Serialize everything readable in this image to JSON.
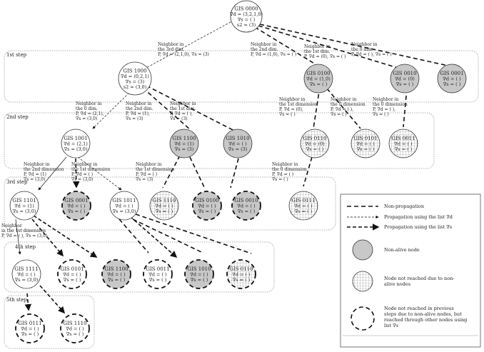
{
  "steps": [
    {
      "id": "s1",
      "label": "1st step"
    },
    {
      "id": "s2",
      "label": "2nd step"
    },
    {
      "id": "s3",
      "label": "3rd step"
    },
    {
      "id": "s4",
      "label": "4th step"
    },
    {
      "id": "s5",
      "label": "5th step"
    }
  ],
  "nodes": [
    {
      "id": "n0000",
      "title": "GIS 0000",
      "lines": [
        "∇d = (3,2,1,0)",
        "∇s = ( )",
        "s2 = (3)"
      ],
      "style": "alive"
    },
    {
      "id": "n1000",
      "title": "GIS 1000",
      "lines": [
        "∇d = (0,2,1)",
        "∇s = (3)",
        "s2 = (3,0)"
      ],
      "style": "alive"
    },
    {
      "id": "n0100",
      "title": "GIS 0100",
      "lines": [
        "∇d = (1,0)",
        "∇s = ( )"
      ],
      "style": "nonalive"
    },
    {
      "id": "n0010",
      "title": "GIS 0010",
      "lines": [
        "∇d = (0)",
        "∇s = ( )"
      ],
      "style": "nonalive"
    },
    {
      "id": "n0001a",
      "title": "GIS 0001",
      "lines": [
        "∇d = ( )",
        "∇s = ( )"
      ],
      "style": "nonalive"
    },
    {
      "id": "n1001",
      "title": "GIS 1001",
      "lines": [
        "∇d = (2,1)",
        "∇s = (3,0)"
      ],
      "style": "alive"
    },
    {
      "id": "n1100",
      "title": "GIS 1100",
      "lines": [
        "∇d = (1)",
        "∇s = (3)"
      ],
      "style": "nonalive"
    },
    {
      "id": "n1010",
      "title": "GIS 1010",
      "lines": [
        "∇d = ( )",
        "∇s = (3)"
      ],
      "style": "nonalive"
    },
    {
      "id": "n0110a",
      "title": "GIS 0110",
      "lines": [
        "∇d = (0)",
        "∇s = ( )"
      ],
      "style": "grid"
    },
    {
      "id": "n0101a",
      "title": "GIS 0101",
      "lines": [
        "∇d = ( )",
        "∇s = ( )"
      ],
      "style": "grid"
    },
    {
      "id": "n0011a",
      "title": "GIS 0011",
      "lines": [
        "∇d = ( )",
        "∇s = ( )"
      ],
      "style": "grid"
    },
    {
      "id": "n1101",
      "title": "GIS 1101",
      "lines": [
        "∇d = (1)",
        "∇s = (3,0)"
      ],
      "style": "alive"
    },
    {
      "id": "n0001b",
      "title": "GIS 0001",
      "lines": [
        "∇d = ( )",
        "∇s = ( )"
      ],
      "style": "nonalive-dashed"
    },
    {
      "id": "n1011",
      "title": "GIS 1011",
      "lines": [
        "∇d = ( )",
        "∇s = (3,0)"
      ],
      "style": "alive"
    },
    {
      "id": "n1110a",
      "title": "GIS 1110",
      "lines": [
        "∇d = ( )",
        "∇s = ( )"
      ],
      "style": "grid"
    },
    {
      "id": "n0100b",
      "title": "GIS 0100",
      "lines": [
        "∇d = ( )",
        "∇s = ( )"
      ],
      "style": "nonalive-dashed"
    },
    {
      "id": "n0010b",
      "title": "GIS 0010",
      "lines": [
        "∇d = ( )",
        "∇s = ( )"
      ],
      "style": "nonalive-dashed"
    },
    {
      "id": "n0111a",
      "title": "GIS 0111",
      "lines": [
        "∇d = ( )",
        "∇s = ( )"
      ],
      "style": "grid"
    },
    {
      "id": "n1111",
      "title": "GIS 1111",
      "lines": [
        "∇d = ( )",
        "∇s = (3,0)"
      ],
      "style": "alive"
    },
    {
      "id": "n0101b",
      "title": "GIS 0101",
      "lines": [
        "∇d = ( )",
        "∇s = ( )"
      ],
      "style": "white-dashed"
    },
    {
      "id": "n1100b",
      "title": "GIS 1100",
      "lines": [
        "∇d = ( )",
        "∇s = ( )"
      ],
      "style": "nonalive-dashed"
    },
    {
      "id": "n0011b",
      "title": "GIS 0011",
      "lines": [
        "∇d = ( )",
        "∇s = ( )"
      ],
      "style": "white-dashed"
    },
    {
      "id": "n1010b",
      "title": "GIS 1010",
      "lines": [
        "∇d = ( )",
        "∇s = ( )"
      ],
      "style": "nonalive-dashed"
    },
    {
      "id": "n0110b",
      "title": "GIS 0110",
      "lines": [
        "∇d = ( )",
        "∇s = ( )"
      ],
      "style": "grid-dashed"
    },
    {
      "id": "n0111b",
      "title": "GIS 0111",
      "lines": [
        "∇d = ( )",
        "∇s = ( )"
      ],
      "style": "white-dashed"
    },
    {
      "id": "n1110b",
      "title": "GIS 1110",
      "lines": [
        "∇d = ( )",
        "∇s = ( )"
      ],
      "style": "white-dashed"
    }
  ],
  "edge_labels": [
    {
      "id": "el1",
      "lines": [
        "Neighbor in",
        "the 3rd dim.",
        "P, ∇d = (2,1,0), ∇s = (3)"
      ]
    },
    {
      "id": "el2",
      "lines": [
        "Neighbor in",
        "the 2nd dim.",
        "P, ∇d = (1,0), ∇s = ( )"
      ]
    },
    {
      "id": "el3",
      "lines": [
        "Neighbor in",
        "the 1st dim.",
        "P, ∇d = (0), ∇s = ( )"
      ]
    },
    {
      "id": "el4",
      "lines": [
        "Neighbor in",
        "the 0 dim.",
        "P, ∇d = ( ), ∇s = ( )"
      ]
    },
    {
      "id": "el5",
      "lines": [
        "Neighbor in",
        "the 0 dim.",
        "P, ∇d = (2,1),",
        "∇s = (3,0)"
      ]
    },
    {
      "id": "el6",
      "lines": [
        "Neighbor in",
        "the 2nd dim.",
        "P, ∇d = (1),",
        "∇s = (3)"
      ]
    },
    {
      "id": "el7",
      "lines": [
        "Neighbor in",
        "the 1st dim.",
        "P, ∇d = ( ),",
        "∇s = (3)"
      ]
    },
    {
      "id": "el8",
      "lines": [
        "Neighbor in",
        "the 1st dimension",
        "P, ∇d = (0),",
        "∇s = ( )"
      ]
    },
    {
      "id": "el9",
      "lines": [
        "Neighbor in",
        "the 0 dimension",
        "P, ∇d = ( ),",
        "∇s = ( )"
      ]
    },
    {
      "id": "el10",
      "lines": [
        "Neighbor in",
        "the 0 dimension",
        "P, ∇d = ( ),",
        "∇s = ( )"
      ]
    },
    {
      "id": "el11",
      "lines": [
        "Neighbor in",
        "the 2nd dimension",
        "P, ∇d = (1)",
        "∇s = (3,0)"
      ]
    },
    {
      "id": "el12",
      "lines": [
        "Neighbor in",
        "the 1st dimension",
        "P, ∇d = ( )",
        "∇s = (3,0)"
      ]
    },
    {
      "id": "el13",
      "lines": [
        "Neighbor in",
        "the 1st dimension",
        "P, ∇d = ( )",
        "∇s = (3)"
      ]
    },
    {
      "id": "el14",
      "lines": [
        "Neighbor in",
        "the 0 dimension",
        "P, ∇d = ( )",
        "∇s = ( )"
      ]
    },
    {
      "id": "el15",
      "lines": [
        "Neighbor",
        "in the 1st dimension",
        "P, ∇d = ( ), ∇s = (3,0)"
      ]
    }
  ],
  "legend": [
    {
      "id": "lg1",
      "lines": [
        "Non-propagation"
      ]
    },
    {
      "id": "lg2",
      "lines": [
        "Propagation using the list ∇d"
      ]
    },
    {
      "id": "lg3",
      "lines": [
        "Propagation using the list ∇s"
      ]
    },
    {
      "id": "lg4",
      "lines": [
        "Non-alive node"
      ]
    },
    {
      "id": "lg5",
      "lines": [
        "Node not reached due to non-",
        "alive nodes"
      ]
    },
    {
      "id": "lg6",
      "lines": [
        "Node not reached in previous",
        "steps due to non-alive nodes, but",
        "reached through other nodes using",
        "list ∇s"
      ]
    }
  ],
  "colors": {
    "line": "#111111",
    "nonalive_fill": "#c8c8c8",
    "grid_stroke": "#888888",
    "step_box": "#999999"
  }
}
